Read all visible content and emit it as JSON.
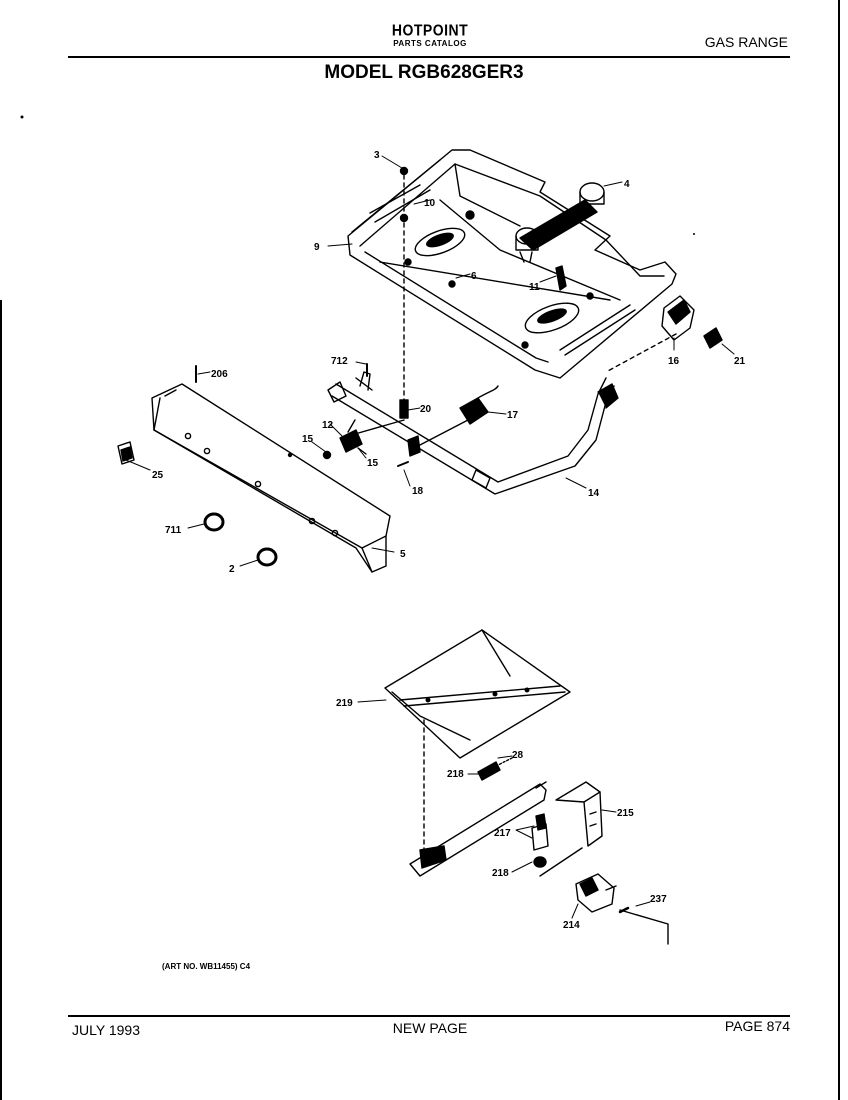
{
  "header": {
    "brand": "HOTPOINT",
    "catalog": "PARTS CATALOG",
    "category": "GAS RANGE",
    "model": "MODEL RGB628GER3"
  },
  "art_number": "(ART NO. WB11455) C4",
  "footer": {
    "date": "JULY 1993",
    "status": "NEW PAGE",
    "page": "PAGE 874"
  },
  "callouts": {
    "c3": "3",
    "c4": "4",
    "c10": "10",
    "c9": "9",
    "c6": "6",
    "c11": "11",
    "c16": "16",
    "c21": "21",
    "c206": "206",
    "c712": "712",
    "c20": "20",
    "c17": "17",
    "c12": "12",
    "c15a": "15",
    "c15b": "15",
    "c18": "18",
    "c14": "14",
    "c25": "25",
    "c711": "711",
    "c2": "2",
    "c5": "5",
    "c219": "219",
    "c28": "28",
    "c218a": "218",
    "c215": "215",
    "c217": "217",
    "c218b": "218",
    "c237": "237",
    "c214": "214"
  }
}
